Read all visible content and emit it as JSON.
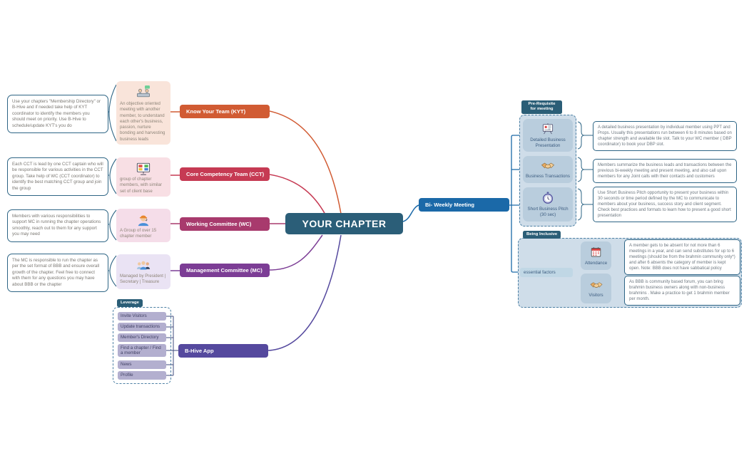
{
  "center": {
    "label": "YOUR CHAPTER",
    "color": "#2b5e78"
  },
  "left_branches": [
    {
      "id": "kyt",
      "label": "Know Your Team (KYT)",
      "color": "#d15b33",
      "icon": "meeting-icon",
      "summary": "An objective oriented meeting with another member, to understand each other's business, passion, nurture bonding and harvesting business leads",
      "tip": "Use your chapters \"Membership Directory\" or B-Hive and if needed take help of KYT coordinator to identify the members you should meet on priority. Use B-Hive to schedule/update KYT's you do"
    },
    {
      "id": "cct",
      "label": "Core Competency Team (CCT)",
      "color": "#c63a53",
      "icon": "team-board-icon",
      "summary": "group of chapter members, with similar set of client base",
      "tip": "Each CCT is lead by one CCT captain who will be responsible for various activities in the CCT group. Take help of WC (CCT coordinator) to identify the best matching CCT group and join the group"
    },
    {
      "id": "wc",
      "label": "Working Committee (WC)",
      "color": "#a83a6d",
      "icon": "support-agent-icon",
      "summary": "A Group of over 15 chapter member",
      "tip": "Members with various responsibilities to support MC in running the chapter operations smoothly, reach out to them for any support you may need"
    },
    {
      "id": "mc",
      "label": "Management Committee (MC)",
      "color": "#7c3d95",
      "icon": "people-group-icon",
      "summary": "Managed by President | Secretary | Treasure",
      "tip": "The MC is responsible to run the chapter as per the set format of BBB and ensure overall growth of the chapter. Feel free to connect with them for any questions you may have about BBB or the chapter"
    }
  ],
  "bhive": {
    "label": "B-Hive App",
    "color": "#55499e",
    "tag": "Leverage",
    "features": [
      "Invite Visitors",
      "Update transactions",
      "Member's Directory",
      "Find a chapter / Find a member",
      "News",
      "Profile"
    ]
  },
  "meeting": {
    "label": "Bi- Weekly Meeting",
    "color": "#1b69a8",
    "prerequisite": {
      "tag": "Pre-Requisite for meeting",
      "items": [
        {
          "label": "Detailed Business Presentation",
          "icon": "presentation-icon",
          "note": "A detailed business presentation by individual member using PPT and Props. Usually this presentations run between 6 to 8 minutes based on chapter strength and available tile slot. Talk to your WC member ( DBP coordinator) to book your DBP slot."
        },
        {
          "label": "Business Transactions",
          "icon": "handshake-icon",
          "note": "Members summarize the business leads and transactions between the previous bi-weekly meeting and present meeting, and also call upon members for any Joint calls with their contacts and customers"
        },
        {
          "label": "Short Business Pitch (30 sec)",
          "icon": "stopwatch-icon",
          "note": "Use Short Business Pitch opportunity to present your business within 30 seconds or time period defined by the MC to communicate to members about your business, success story and client segment. Check best practices and formats to learn how to present a good short presentation"
        }
      ]
    },
    "inclusive": {
      "tag": "Being Inclusive",
      "factor_label": "essential factors",
      "items": [
        {
          "label": "Attendance",
          "icon": "calendar-icon",
          "note": "A member gets to be absent for not more than 6 meetings in a year, and can send substitutes for up to 6 meetings (should be from the brahmin community only*) and after 6 absents the category of member is kept open. Note: BBB does not have sabbatical policy"
        },
        {
          "label": "Visitors",
          "icon": "handshake-icon",
          "note": "As BBB is community based forum, you can bring brahmin business owners along with non-business brahmins . Make a practice to get 1 brahmin member per month."
        }
      ]
    }
  }
}
